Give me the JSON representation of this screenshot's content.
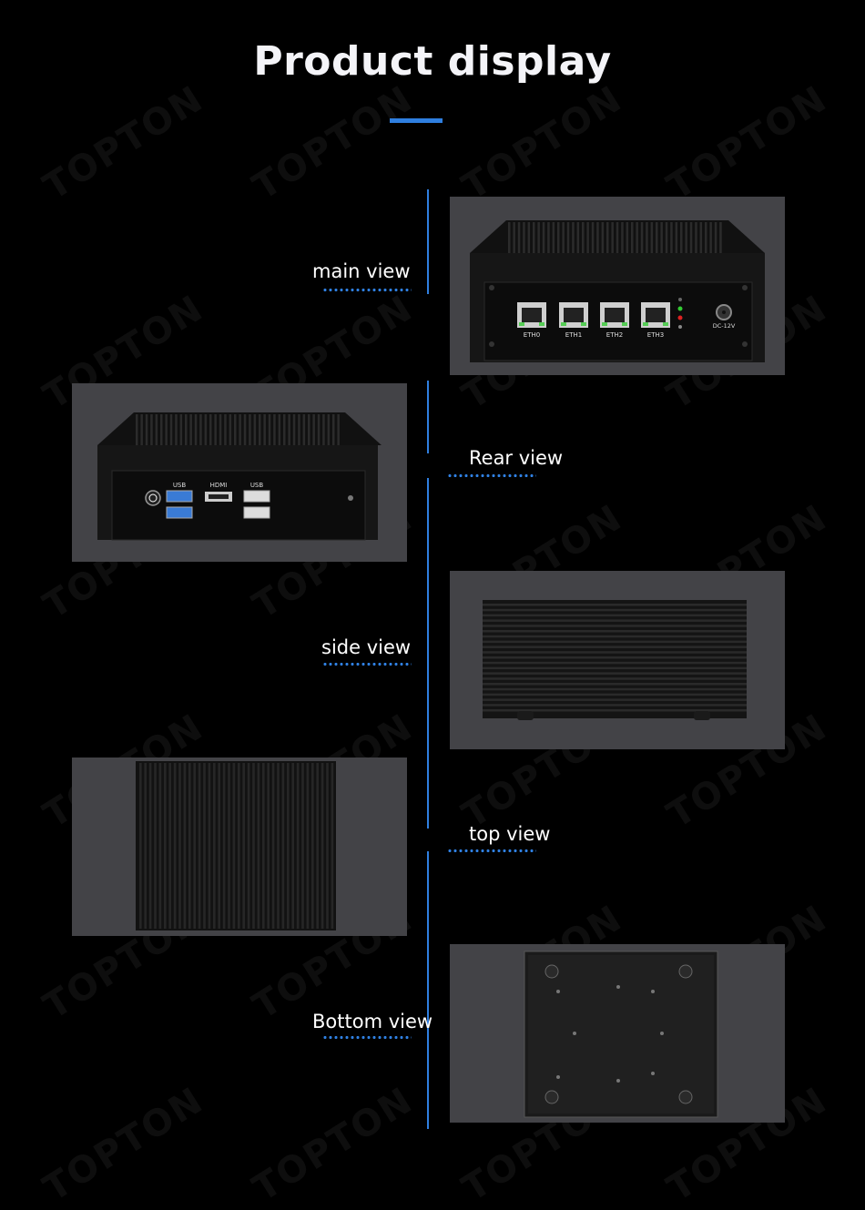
{
  "page": {
    "title": "Product display",
    "watermark": "TOPTON",
    "accent_color": "#2f7fe0"
  },
  "views": [
    {
      "label": "main view"
    },
    {
      "label": "Rear view"
    },
    {
      "label": "side view"
    },
    {
      "label": "top view"
    },
    {
      "label": "Bottom view"
    }
  ],
  "ports": {
    "rear": [
      "ETH0",
      "ETH1",
      "ETH2",
      "ETH3"
    ],
    "power": "DC-12V",
    "front_usb_left": "USB",
    "front_hdmi": "HDMI",
    "front_usb_right": "USB"
  }
}
